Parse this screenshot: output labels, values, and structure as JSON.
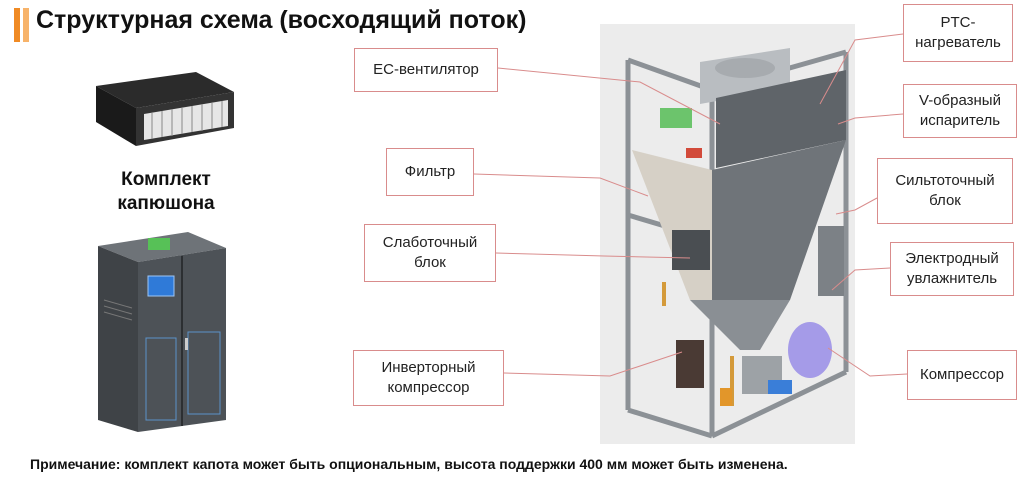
{
  "header": {
    "title": "Структурная схема (восходящий поток)"
  },
  "left": {
    "hood_label_line1": "Комплект",
    "hood_label_line2": "капюшона"
  },
  "labels": {
    "ptc": [
      "PTC-",
      "нагреватель"
    ],
    "ec_fan": "EC-вентилятор",
    "v_evap": [
      "V-образный",
      "испаритель"
    ],
    "filter": "Фильтр",
    "power_block": [
      "Сильтоточный",
      "блок"
    ],
    "low_block": [
      "Слаботочный",
      "блок"
    ],
    "humidifier": [
      "Электродный",
      "увлажнитель"
    ],
    "inverter": [
      "Инверторный",
      "компрессор"
    ],
    "compressor": "Компрессор"
  },
  "footer": {
    "note": "Примечание: комплект капота может быть опциональным, высота поддержки 400 мм может быть изменена."
  },
  "colors": {
    "accent_orange": "#f08a24",
    "accent_orange_light": "#f7b36a",
    "label_border": "#d98c8c",
    "leader": "#d98c8c"
  }
}
